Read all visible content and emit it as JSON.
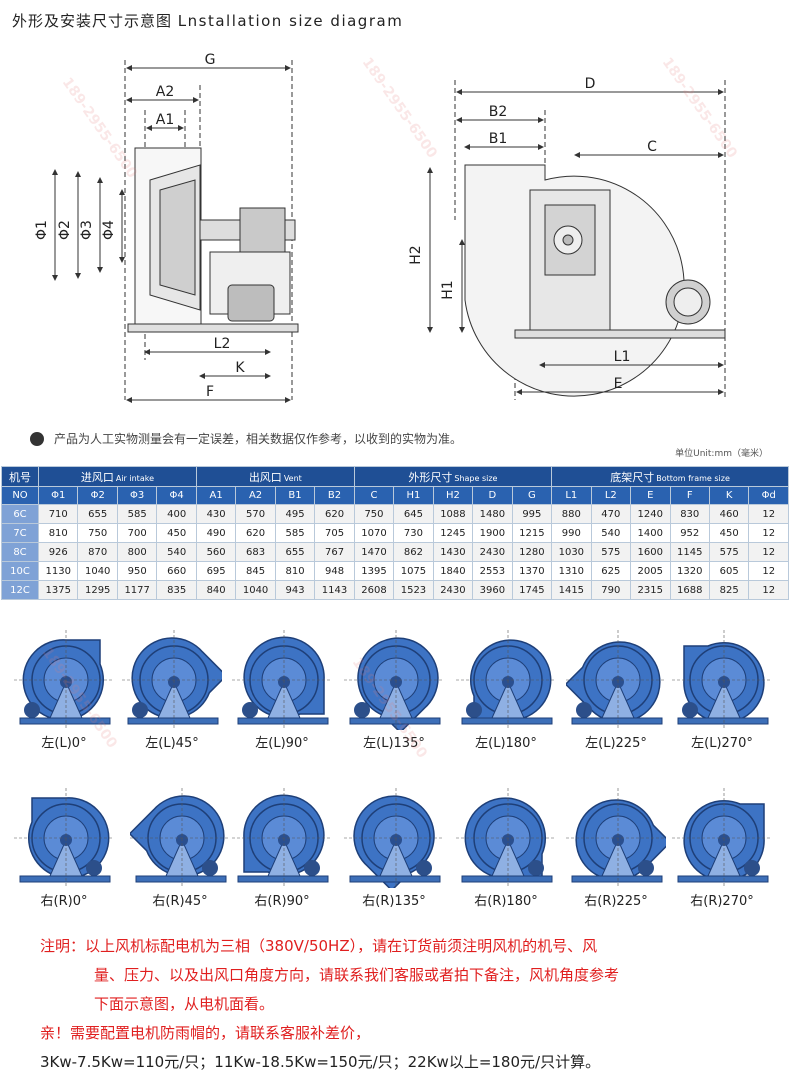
{
  "title": {
    "cn": "外形及安装尺寸示意图",
    "en": "Lnstallation size diagram"
  },
  "diagram_labels": {
    "left": [
      "G",
      "A2",
      "A1",
      "Φ1",
      "Φ2",
      "Φ3",
      "Φ4",
      "L2",
      "K",
      "F"
    ],
    "right": [
      "D",
      "B2",
      "B1",
      "C",
      "H2",
      "H1",
      "L1",
      "E"
    ]
  },
  "note": "产品为人工实物测量会有一定误差，相关数据仅作参考，以收到的实物为准。",
  "unit": "单位Unit:mm（毫米）",
  "table": {
    "groups": [
      {
        "cn": "机号",
        "en": ""
      },
      {
        "cn": "进风口",
        "en": "Air intake"
      },
      {
        "cn": "出风口",
        "en": "Vent"
      },
      {
        "cn": "外形尺寸",
        "en": "Shape size"
      },
      {
        "cn": "底架尺寸",
        "en": "Bottom frame size"
      }
    ],
    "headers": [
      "NO",
      "Φ1",
      "Φ2",
      "Φ3",
      "Φ4",
      "A1",
      "A2",
      "B1",
      "B2",
      "C",
      "H1",
      "H2",
      "D",
      "G",
      "L1",
      "L2",
      "E",
      "F",
      "K",
      "Φd"
    ],
    "rows": [
      [
        "6C",
        "710",
        "655",
        "585",
        "400",
        "430",
        "570",
        "495",
        "620",
        "750",
        "645",
        "1088",
        "1480",
        "995",
        "880",
        "470",
        "1240",
        "830",
        "460",
        "12"
      ],
      [
        "7C",
        "810",
        "750",
        "700",
        "450",
        "490",
        "620",
        "585",
        "705",
        "1070",
        "730",
        "1245",
        "1900",
        "1215",
        "990",
        "540",
        "1400",
        "952",
        "450",
        "12"
      ],
      [
        "8C",
        "926",
        "870",
        "800",
        "540",
        "560",
        "683",
        "655",
        "767",
        "1470",
        "862",
        "1430",
        "2430",
        "1280",
        "1030",
        "575",
        "1600",
        "1145",
        "575",
        "12"
      ],
      [
        "10C",
        "1130",
        "1040",
        "950",
        "660",
        "695",
        "845",
        "810",
        "948",
        "1395",
        "1075",
        "1840",
        "2553",
        "1370",
        "1310",
        "625",
        "2005",
        "1320",
        "605",
        "12"
      ],
      [
        "12C",
        "1375",
        "1295",
        "1177",
        "835",
        "840",
        "1040",
        "943",
        "1143",
        "2608",
        "1523",
        "2430",
        "3960",
        "1745",
        "1415",
        "790",
        "2315",
        "1688",
        "825",
        "12"
      ]
    ]
  },
  "fans": [
    {
      "label": "左(L)0°"
    },
    {
      "label": "左(L)45°"
    },
    {
      "label": "左(L)90°"
    },
    {
      "label": "左(L)135°"
    },
    {
      "label": "左(L)180°"
    },
    {
      "label": "左(L)225°"
    },
    {
      "label": "左(L)270°"
    },
    {
      "label": "右(R)0°"
    },
    {
      "label": "右(R)45°"
    },
    {
      "label": "右(R)90°"
    },
    {
      "label": "右(R)135°"
    },
    {
      "label": "右(R)180°"
    },
    {
      "label": "右(R)225°"
    },
    {
      "label": "右(R)270°"
    }
  ],
  "notes": {
    "line1": "注明：以上风机标配电机为三相（380V/50HZ），请在订货前须注明风机的机号、风",
    "line2": "量、压力、以及出风口角度方向，请联系我们客服或者拍下备注，风机角度参考",
    "line3": "下面示意图，从电机面看。",
    "line4": "亲！需要配置电机防雨帽的，请联系客服补差价，",
    "line5": "3Kw-7.5Kw=110元/只；11Kw-18.5Kw=150元/只；22Kw以上=180元/只计算。"
  },
  "watermark": "189-2955-6500",
  "colors": {
    "header_dark": "#1f4f95",
    "header_mid": "#2a62b0",
    "fan_blue": "#3d73c4",
    "note_red": "#e01f1f"
  }
}
